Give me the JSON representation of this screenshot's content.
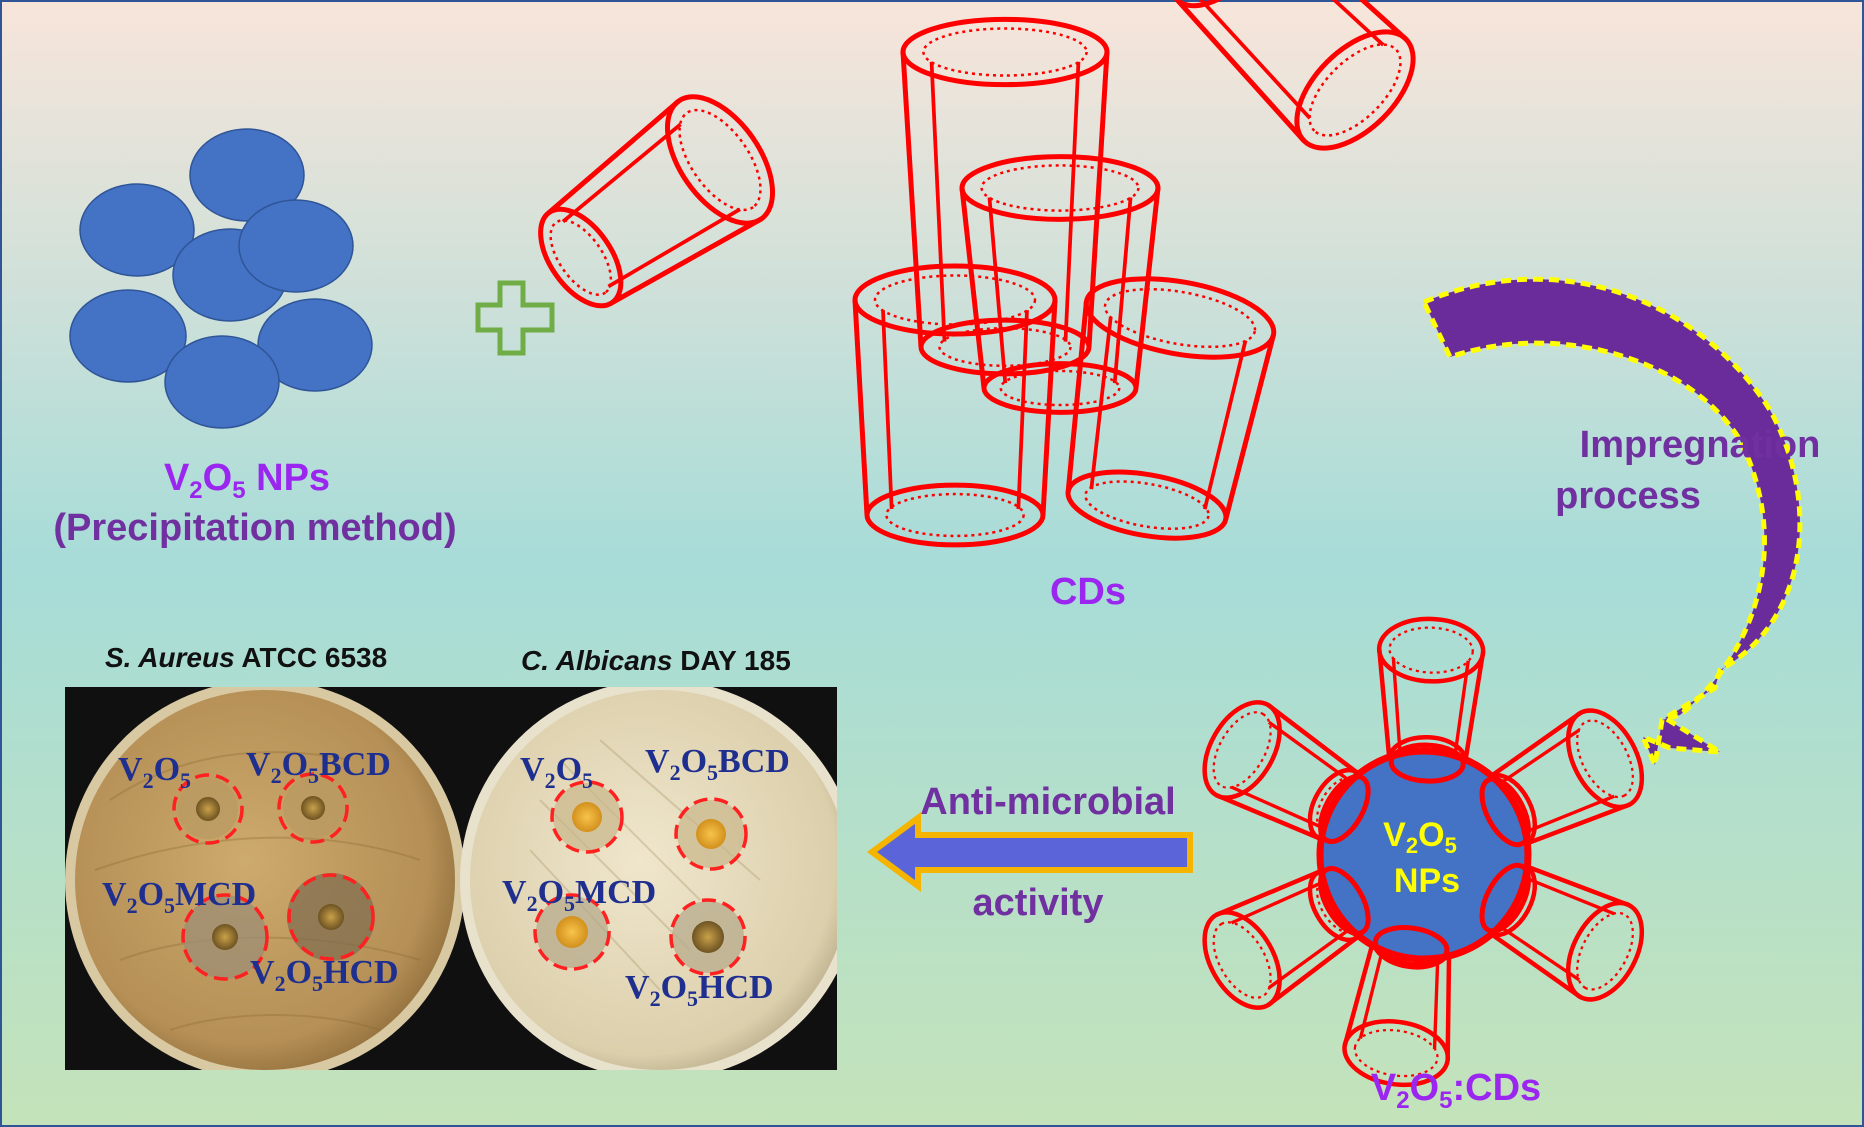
{
  "colors": {
    "bg_top": "#f8e5da",
    "bg_mid": "#a7dcd8",
    "bg_bottom": "#c4e3ba",
    "border": "#2f5597",
    "nanoparticle_blue": "#4472c4",
    "cd_red": "#ff0000",
    "plus_green": "#70ad47",
    "label_violet": "#9b26f0",
    "label_purple": "#7030a0",
    "arrow_purple": "#6a2c9a",
    "arrow_outline_yellow": "#ffff00",
    "left_arrow_blue": "#5b64d8",
    "left_arrow_outline": "#f4b400",
    "plate_text_navy": "#1f2f8f",
    "inner_label_yellow": "#ffff00"
  },
  "icons": {
    "plus": "plus-icon",
    "curved_arrow": "curved-arrow-icon",
    "left_arrow": "left-arrow-icon"
  },
  "nanoparticles": {
    "formula_main": "V",
    "formula_sub1": "2",
    "formula_mid": "O",
    "formula_sub2": "5",
    "suffix": " NPs",
    "method": "(Precipitation method)"
  },
  "cds_label": "CDs",
  "impregnation": {
    "line1": "Impregnation",
    "line2": "process"
  },
  "composite": {
    "inner_formula_main": "V",
    "inner_sub1": "2",
    "inner_mid": "O",
    "inner_sub2": "5",
    "inner_line2": "NPs",
    "label_main": "V",
    "label_sub1": "2",
    "label_mid": "O",
    "label_sub2": "5",
    "label_suffix": ":CDs"
  },
  "antimicrobial": {
    "line1": "Anti-microbial",
    "line2": "activity"
  },
  "plates": {
    "left_title_italic": "S. Aureus",
    "left_title_rest": " ATCC 6538",
    "right_title_italic": "C. Albicans",
    "right_title_rest": " DAY 185",
    "well_labels": {
      "v2o5": {
        "a": "V",
        "b": "2",
        "c": "O",
        "d": "5",
        "e": ""
      },
      "bcd": {
        "a": "V",
        "b": "2",
        "c": "O",
        "d": "5",
        "e": "BCD"
      },
      "mcd": {
        "a": "V",
        "b": "2",
        "c": "O",
        "d": "5",
        "e": "MCD"
      },
      "hcd": {
        "a": "V",
        "b": "2",
        "c": "O",
        "d": "5",
        "e": "HCD"
      }
    }
  }
}
